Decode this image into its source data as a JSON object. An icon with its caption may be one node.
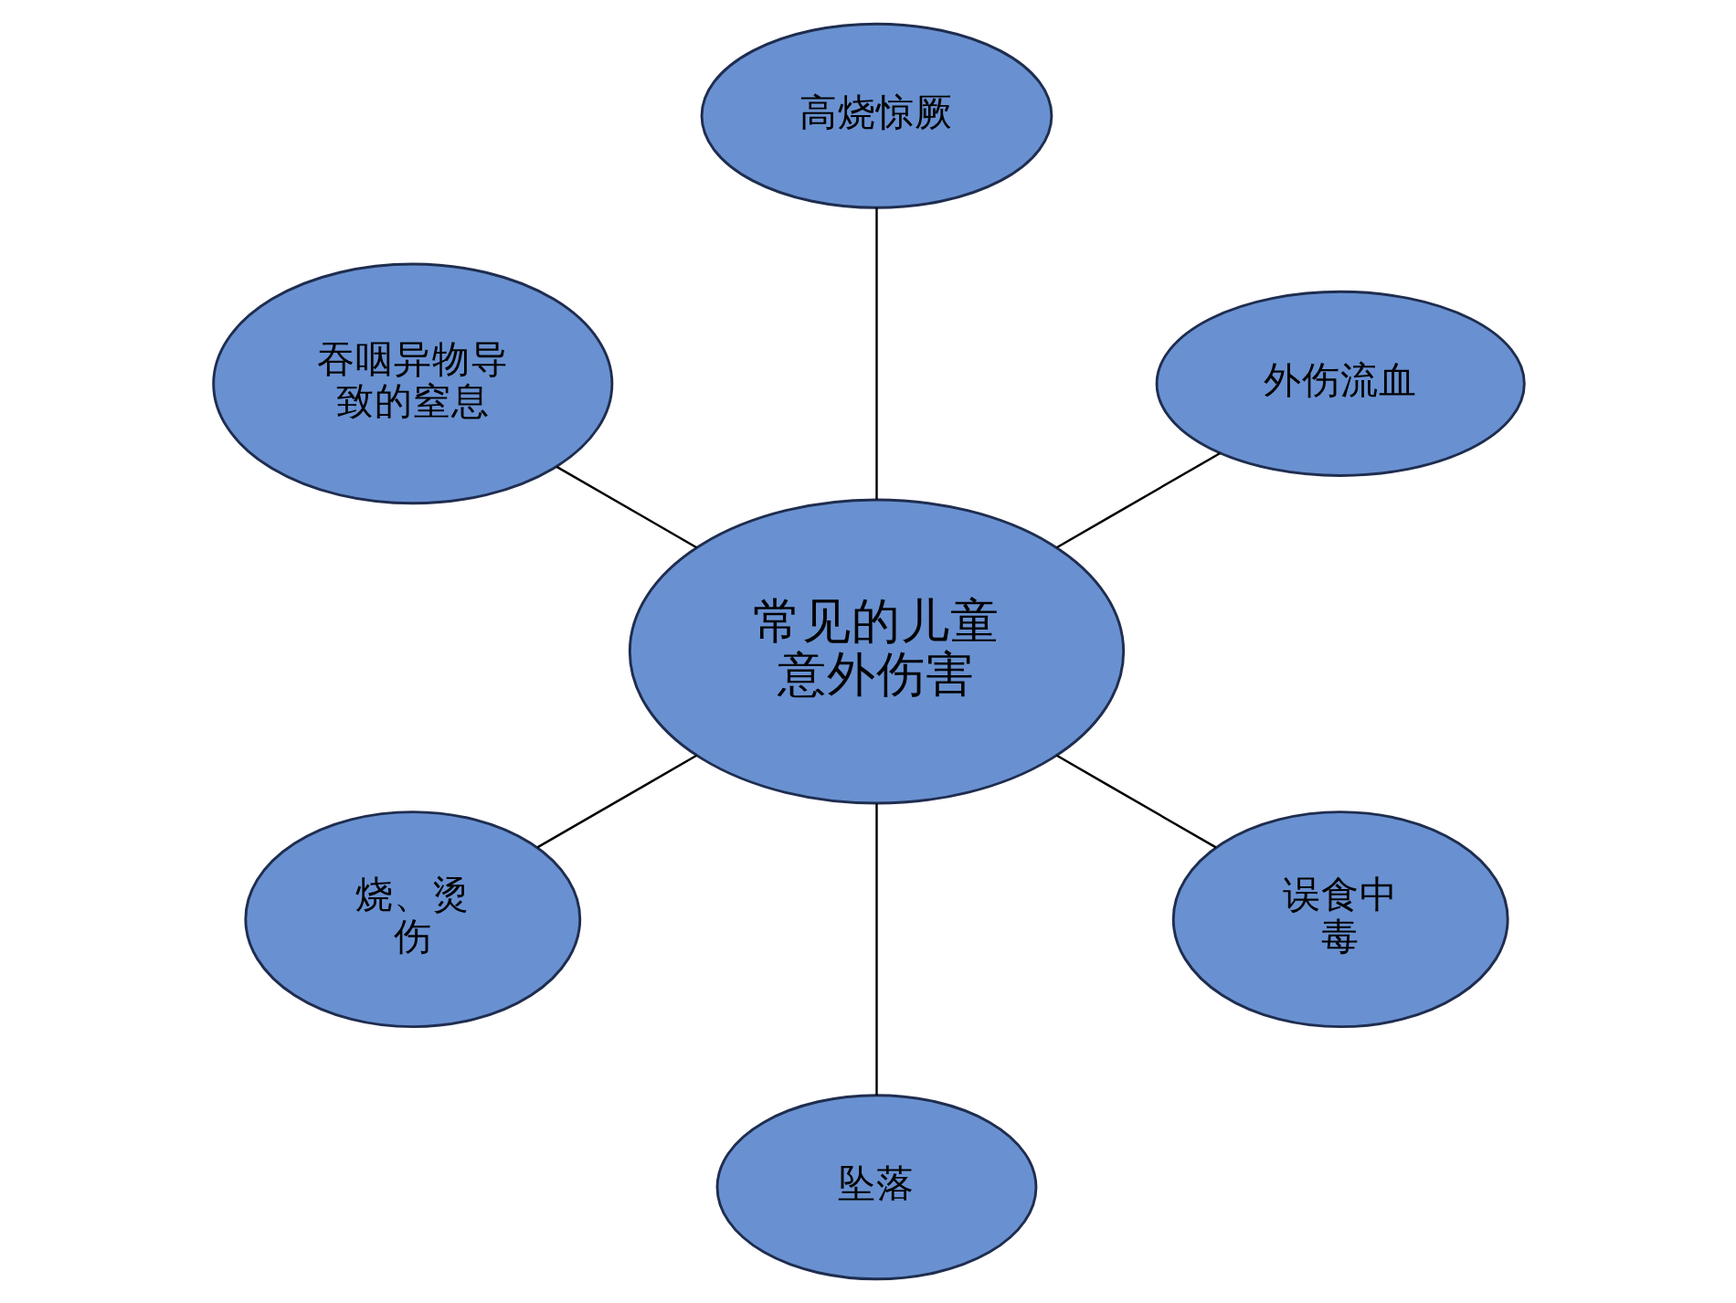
{
  "diagram": {
    "nodes": [
      {
        "text": [
          "吞咽异物导致的窒息"
        ]
      },
      {
        "text": [
          "高烧惊厥"
        ]
      },
      {
        "text": [
          "常见的儿童意外伤害"
        ]
      },
      {
        "text": [
          "烧、烫伤"
        ]
      },
      {
        "text": [
          "外伤流血"
        ]
      },
      {
        "text": [
          "坠落"
        ]
      },
      {
        "text": [
          "误食中毒"
        ]
      }
    ],
    "edges": [
      {
        "from": 2,
        "to": 0,
        "arrow": "none"
      },
      {
        "from": 2,
        "to": 1,
        "arrow": "none"
      },
      {
        "from": 2,
        "to": 3,
        "arrow": "none"
      },
      {
        "from": 2,
        "to": 4,
        "arrow": "none"
      },
      {
        "from": 2,
        "to": 5,
        "arrow": "none"
      },
      {
        "from": 2,
        "to": 6,
        "arrow": "none"
      }
    ]
  }
}
